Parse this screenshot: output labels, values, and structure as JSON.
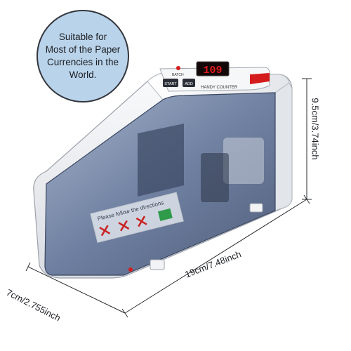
{
  "callout": {
    "lines": [
      "Suitable for",
      "Most of the Paper",
      "Currencies in the",
      "World."
    ]
  },
  "device": {
    "display_value": "109",
    "start_label": "START",
    "add_label": "ADD",
    "model_label": "HANDY COUNTER",
    "batch_label": "BATCH",
    "sticker_text": "Please follow the directions"
  },
  "dimensions": {
    "height": "9.5cm/3.74inch",
    "length": "19cm/7.48inch",
    "width": "7cm/2.755inch"
  },
  "colors": {
    "callout_fill": "#b9d3ea",
    "body": "#eef0f3",
    "cover": "#5b6f92",
    "display": "#e01919",
    "accent_red": "#d41c1c"
  }
}
